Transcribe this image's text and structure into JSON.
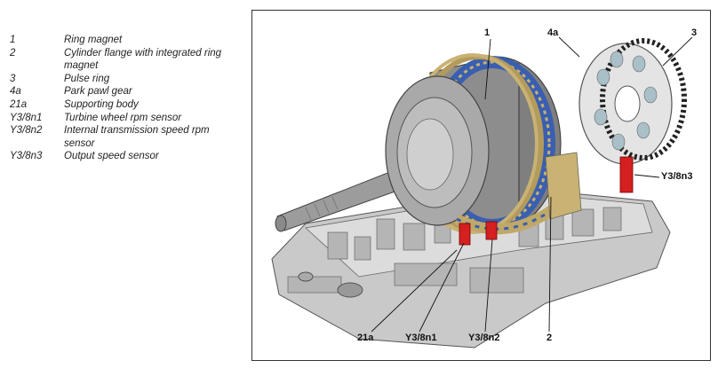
{
  "legend": [
    {
      "key": "1",
      "desc": "Ring magnet"
    },
    {
      "key": "2",
      "desc": "Cylinder flange with integrated ring magnet"
    },
    {
      "key": "3",
      "desc": "Pulse ring"
    },
    {
      "key": "4a",
      "desc": "Park pawl gear"
    },
    {
      "key": "21a",
      "desc": "Supporting body"
    },
    {
      "key": "Y3/8n1",
      "desc": "Turbine wheel rpm sensor"
    },
    {
      "key": "Y3/8n2",
      "desc": "Internal transmission speed rpm sensor"
    },
    {
      "key": "Y3/8n3",
      "desc": "Output speed sensor"
    }
  ],
  "callouts": {
    "c1": "1",
    "c2": "2",
    "c3": "3",
    "c4a": "4a",
    "c21a": "21a",
    "cn1": "Y3/8n1",
    "cn2": "Y3/8n2",
    "cn3": "Y3/8n3"
  }
}
